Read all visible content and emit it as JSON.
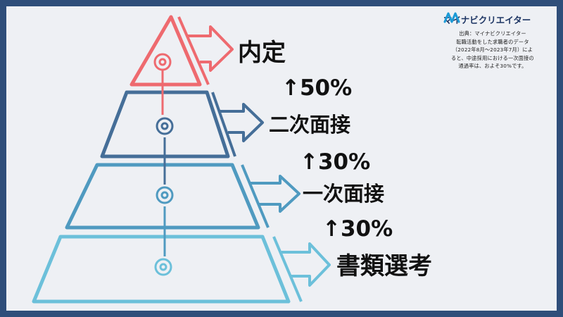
{
  "logo": {
    "text": "マイナビクリエイター",
    "accent": "#1c9ad6"
  },
  "source_note": [
    "出典：マイナビクリエイター",
    "転職活動をした求職者のデータ",
    "（2022年8月〜2023年7月）によ",
    "ると、中途採用における一次面接の",
    "通過率は、およそ30%です。"
  ],
  "funnel": {
    "stages": [
      {
        "label": "内定",
        "color": "#ee6a6f"
      },
      {
        "label": "二次面接",
        "color": "#456e98"
      },
      {
        "label": "一次面接",
        "color": "#4f9ac0"
      },
      {
        "label": "書類選考",
        "color": "#6cc0da"
      }
    ],
    "rates": [
      "↑50%",
      "↑30%",
      "↑30%"
    ]
  },
  "colors": {
    "background": "#eef0f4",
    "border": "#2f4e7a"
  }
}
